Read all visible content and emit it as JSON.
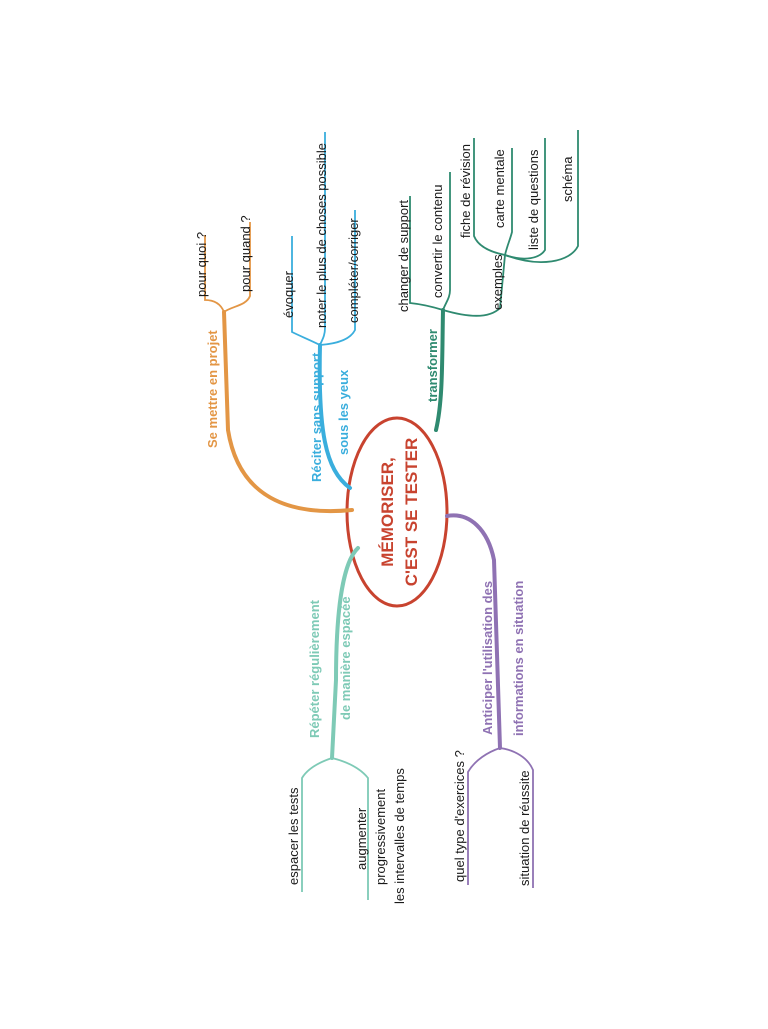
{
  "center": {
    "line1": "MÉMORISER,",
    "line2": "C'EST SE TESTER"
  },
  "colors": {
    "center": "#c8432f",
    "orange": "#e39645",
    "blue": "#3aaedd",
    "teal_dark": "#2f8a70",
    "teal_light": "#7ecab6",
    "purple": "#8f72b3",
    "text": "#1a1a1a"
  },
  "branches": {
    "projet": {
      "label": "Se mettre en projet",
      "children": [
        "pour quoi ?",
        "pour quand ?"
      ]
    },
    "reciter": {
      "label_line1": "Réciter sans support",
      "label_line2": "sous les yeux",
      "children": [
        "évoquer",
        "noter le plus de choses possible",
        "compléter/corriger"
      ]
    },
    "transformer": {
      "label": "transformer",
      "children": [
        "changer de support",
        "convertir le contenu",
        "exemples"
      ],
      "sub_children": [
        "fiche de révision",
        "carte mentale",
        "liste de questions",
        "schéma"
      ]
    },
    "repeter": {
      "label_line1": "Répéter régulièrement",
      "label_line2": "de manière espacée",
      "children": [
        "espacer les tests"
      ],
      "augmenter_lines": [
        "augmenter",
        "progressivement",
        "les intervalles de temps"
      ]
    },
    "anticiper": {
      "label_line1": "Anticiper l'utilisation des",
      "label_line2": "informations en situation",
      "children": [
        "quel type d'exercices ?",
        "situation de réussite"
      ]
    }
  }
}
